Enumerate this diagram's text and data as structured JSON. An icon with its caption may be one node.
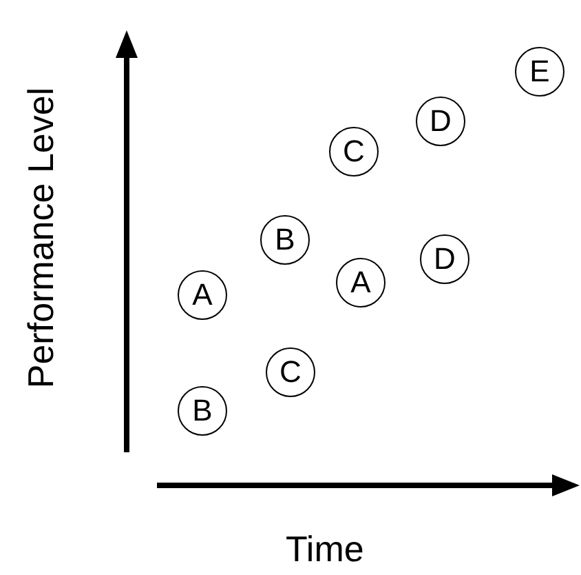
{
  "diagram": {
    "nodes": [
      {
        "text": [
          "E"
        ]
      },
      {
        "text": [
          "D"
        ]
      },
      {
        "text": [
          "C"
        ]
      },
      {
        "text": [
          "B"
        ]
      },
      {
        "text": [
          "D"
        ]
      },
      {
        "text": [
          "A"
        ]
      },
      {
        "text": [
          "A"
        ]
      },
      {
        "text": [
          "C"
        ]
      },
      {
        "text": [
          "B"
        ]
      }
    ],
    "labels": [
      "Performance Level",
      "Time"
    ]
  }
}
